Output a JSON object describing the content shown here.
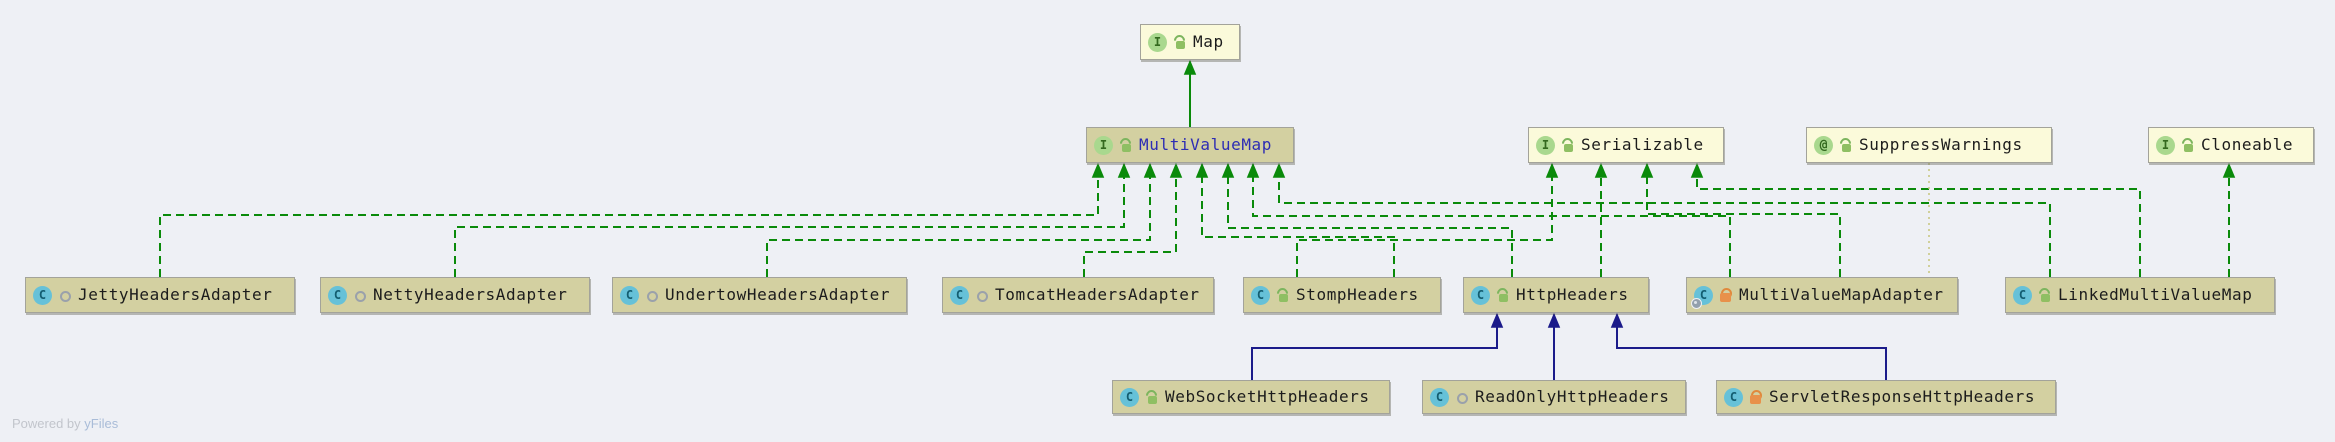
{
  "diagram": {
    "tool": "uml-class-diagram",
    "colors": {
      "background": "#eef0f5",
      "library_node": "#fbfada",
      "project_node": "#d3d0a1",
      "selected_label": "#2d2db4",
      "interface_edge_green": "#0a8a0a",
      "class_extends_navy": "#1b1b8a",
      "annotation_edge": "#c6c67c",
      "class_icon": "#66c1d8",
      "interface_icon": "#a9d88e"
    }
  },
  "icons": {
    "class_letter": "C",
    "interface_letter": "I",
    "annotation_letter": "@"
  },
  "nodes": {
    "map": {
      "label": "Map",
      "kind": "interface",
      "visibility": "public"
    },
    "multiValueMap": {
      "label": "MultiValueMap",
      "kind": "interface",
      "visibility": "public",
      "selected": true
    },
    "serializable": {
      "label": "Serializable",
      "kind": "interface",
      "visibility": "public"
    },
    "suppressWarnings": {
      "label": "SuppressWarnings",
      "kind": "annotation",
      "visibility": "public"
    },
    "cloneable": {
      "label": "Cloneable",
      "kind": "interface",
      "visibility": "public"
    },
    "jetty": {
      "label": "JettyHeadersAdapter",
      "kind": "class",
      "visibility": "package"
    },
    "netty": {
      "label": "NettyHeadersAdapter",
      "kind": "class",
      "visibility": "package"
    },
    "undertow": {
      "label": "UndertowHeadersAdapter",
      "kind": "class",
      "visibility": "package"
    },
    "tomcat": {
      "label": "TomcatHeadersAdapter",
      "kind": "class",
      "visibility": "package"
    },
    "stomp": {
      "label": "StompHeaders",
      "kind": "class",
      "visibility": "public"
    },
    "http": {
      "label": "HttpHeaders",
      "kind": "class",
      "visibility": "public"
    },
    "mvma": {
      "label": "MultiValueMapAdapter",
      "kind": "class",
      "visibility": "private",
      "badge": "gear"
    },
    "lmvm": {
      "label": "LinkedMultiValueMap",
      "kind": "class",
      "visibility": "public"
    },
    "websocket": {
      "label": "WebSocketHttpHeaders",
      "kind": "class",
      "visibility": "public"
    },
    "readonly": {
      "label": "ReadOnlyHttpHeaders",
      "kind": "class",
      "visibility": "package"
    },
    "servlet": {
      "label": "ServletResponseHttpHeaders",
      "kind": "class",
      "visibility": "private"
    }
  },
  "edges": [
    {
      "from": "MultiValueMap",
      "to": "Map",
      "type": "extends-interface"
    },
    {
      "from": "JettyHeadersAdapter",
      "to": "MultiValueMap",
      "type": "implements"
    },
    {
      "from": "NettyHeadersAdapter",
      "to": "MultiValueMap",
      "type": "implements"
    },
    {
      "from": "UndertowHeadersAdapter",
      "to": "MultiValueMap",
      "type": "implements"
    },
    {
      "from": "TomcatHeadersAdapter",
      "to": "MultiValueMap",
      "type": "implements"
    },
    {
      "from": "StompHeaders",
      "to": "MultiValueMap",
      "type": "implements"
    },
    {
      "from": "HttpHeaders",
      "to": "MultiValueMap",
      "type": "implements"
    },
    {
      "from": "MultiValueMapAdapter",
      "to": "MultiValueMap",
      "type": "implements"
    },
    {
      "from": "LinkedMultiValueMap",
      "to": "MultiValueMap",
      "type": "implements"
    },
    {
      "from": "StompHeaders",
      "to": "Serializable",
      "type": "implements"
    },
    {
      "from": "HttpHeaders",
      "to": "Serializable",
      "type": "implements"
    },
    {
      "from": "MultiValueMapAdapter",
      "to": "Serializable",
      "type": "implements"
    },
    {
      "from": "LinkedMultiValueMap",
      "to": "Serializable",
      "type": "implements"
    },
    {
      "from": "LinkedMultiValueMap",
      "to": "Cloneable",
      "type": "implements"
    },
    {
      "from": "MultiValueMapAdapter",
      "to": "SuppressWarnings",
      "type": "annotated-with"
    },
    {
      "from": "WebSocketHttpHeaders",
      "to": "HttpHeaders",
      "type": "extends"
    },
    {
      "from": "ReadOnlyHttpHeaders",
      "to": "HttpHeaders",
      "type": "extends"
    },
    {
      "from": "ServletResponseHttpHeaders",
      "to": "HttpHeaders",
      "type": "extends"
    }
  ],
  "watermark": {
    "powered": "Powered by",
    "brand": "yFiles"
  }
}
